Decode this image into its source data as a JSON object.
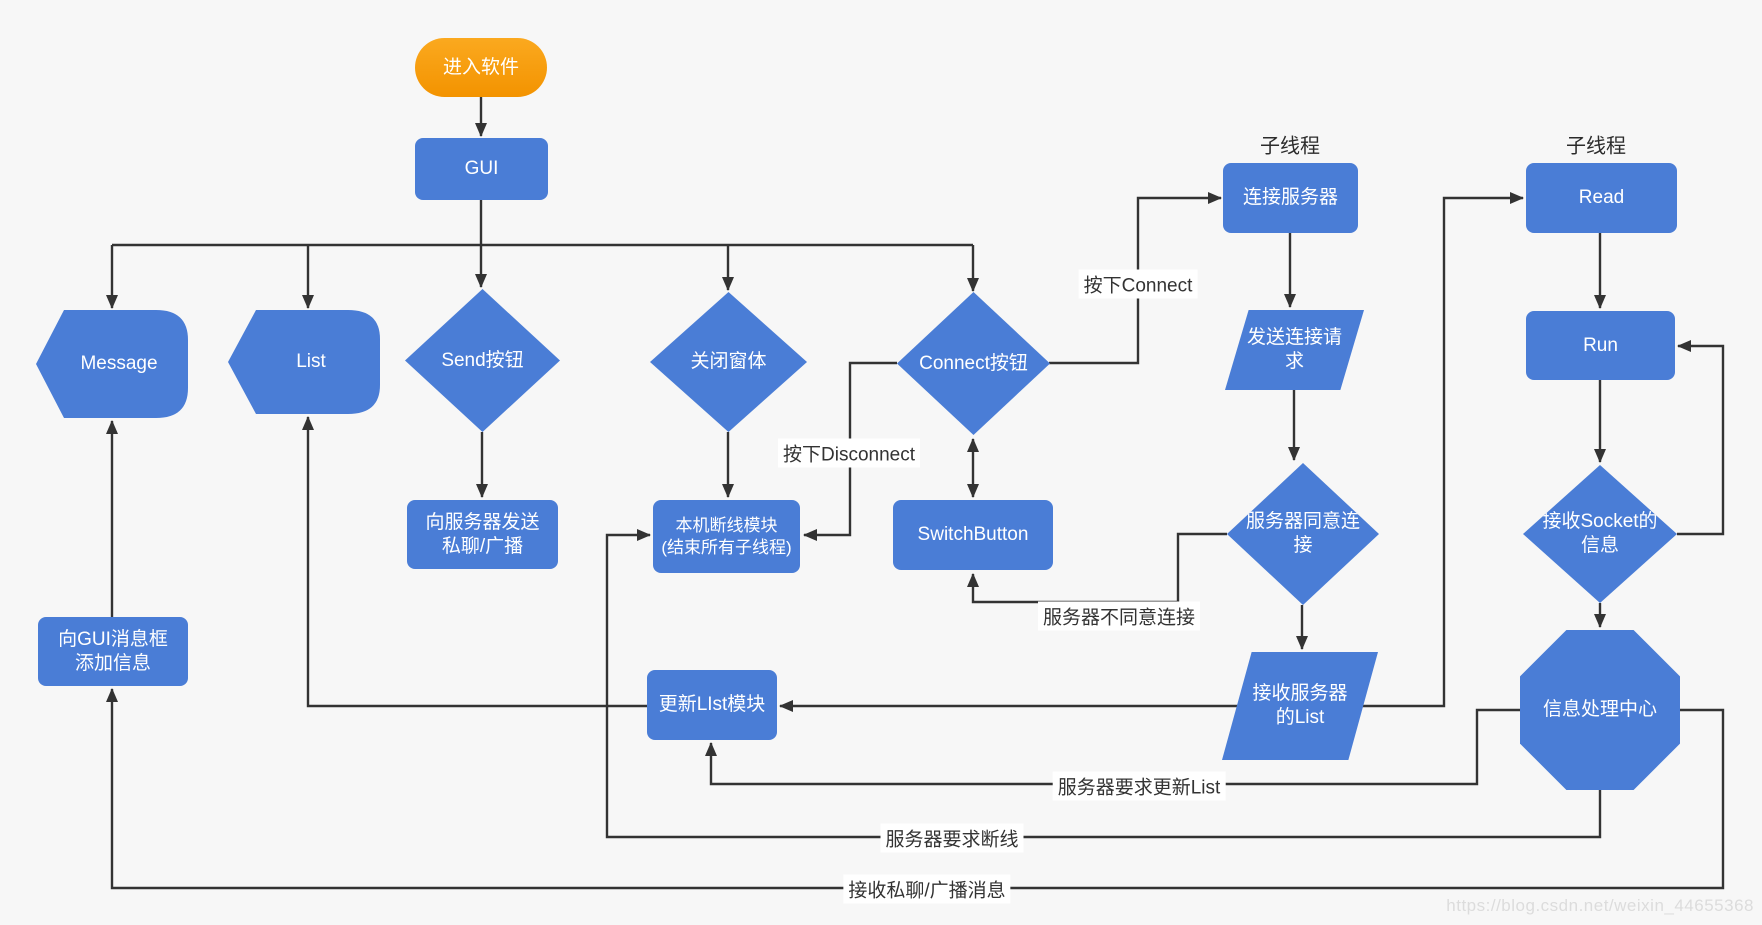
{
  "nodes": {
    "enter_software": {
      "label": "进入软件"
    },
    "gui": {
      "label": "GUI"
    },
    "message": {
      "label": "Message"
    },
    "list": {
      "label": "List"
    },
    "send_button": {
      "label": "Send按钮"
    },
    "close_window": {
      "label": "关闭窗体"
    },
    "connect_button": {
      "label": "Connect按钮"
    },
    "send_to_server": {
      "label": "向服务器发送\n私聊/广播"
    },
    "local_disconnect": {
      "label": "本机断线模块\n(结束所有子线程)"
    },
    "switch_button": {
      "label": "SwitchButton"
    },
    "update_list": {
      "label": "更新LIst模块"
    },
    "add_to_gui": {
      "label": "向GUI消息框\n添加信息"
    },
    "connect_server": {
      "label": "连接服务器"
    },
    "send_connect_request": {
      "label": "发送连接请\n求"
    },
    "server_agree": {
      "label": "服务器同意连\n接"
    },
    "receive_server_list": {
      "label": "接收服务器\n的List"
    },
    "read": {
      "label": "Read"
    },
    "run": {
      "label": "Run"
    },
    "receive_socket": {
      "label": "接收Socket的\n信息"
    },
    "message_center": {
      "label": "信息处理中心"
    }
  },
  "thread_labels": {
    "left": "子线程",
    "right": "子线程"
  },
  "edge_labels": {
    "press_connect": "按下Connect",
    "press_disconnect": "按下Disconnect",
    "server_disagree": "服务器不同意连接",
    "server_update_list": "服务器要求更新List",
    "server_disconnect": "服务器要求断线",
    "receive_chat": "接收私聊/广播消息"
  },
  "watermark": "https://blog.csdn.net/weixin_44655368",
  "colors": {
    "node_blue": "#4a7dd6",
    "node_orange": "#f9a01c",
    "line": "#333333",
    "background": "#f7f7f7",
    "edge_label_text": "#333333"
  }
}
